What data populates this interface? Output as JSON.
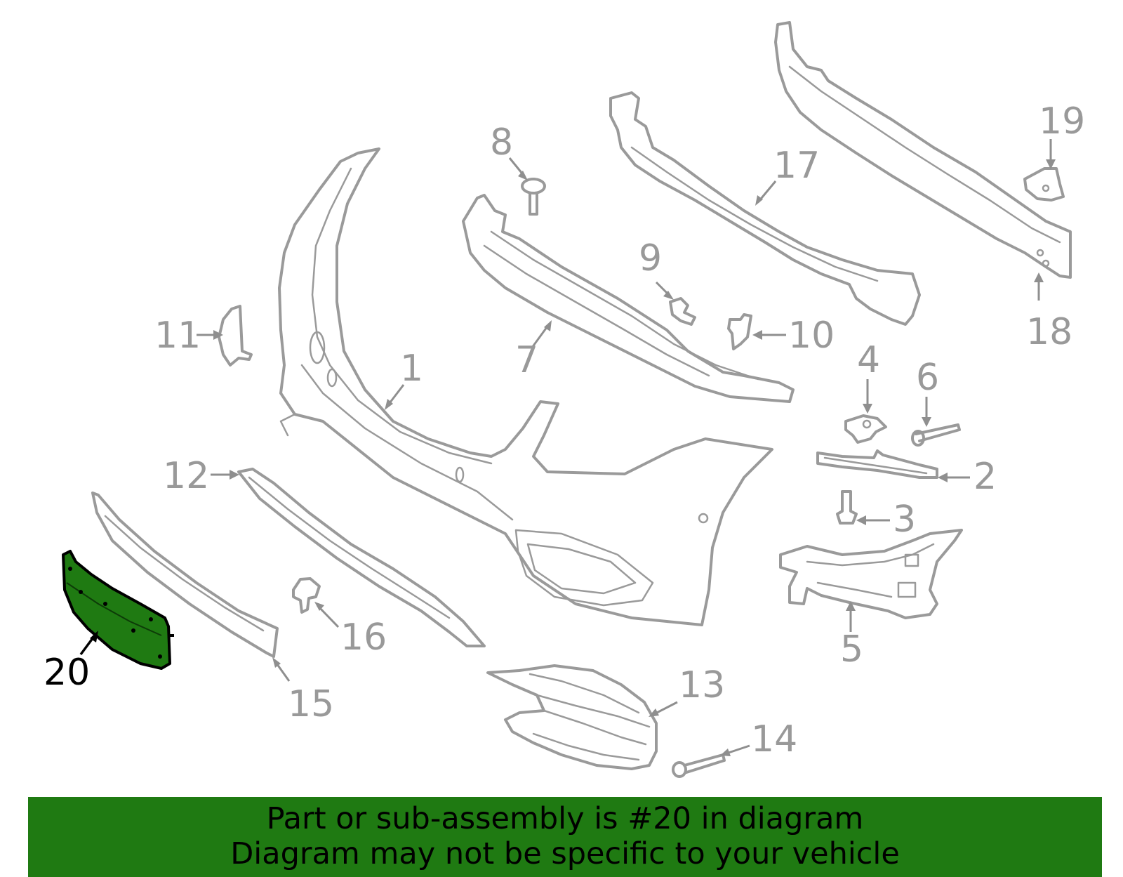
{
  "banner": {
    "line1": "Part or sub-assembly is #20 in diagram",
    "line2": "Diagram may not be specific to your vehicle"
  },
  "highlight_color": "#1f7a12",
  "callouts": {
    "c1": "1",
    "c2": "2",
    "c3": "3",
    "c4": "4",
    "c5": "5",
    "c6": "6",
    "c7": "7",
    "c8": "8",
    "c9": "9",
    "c10": "10",
    "c11": "11",
    "c12": "12",
    "c13": "13",
    "c14": "14",
    "c15": "15",
    "c16": "16",
    "c17": "17",
    "c18": "18",
    "c19": "19",
    "c20": "20"
  },
  "highlighted_part": "20"
}
